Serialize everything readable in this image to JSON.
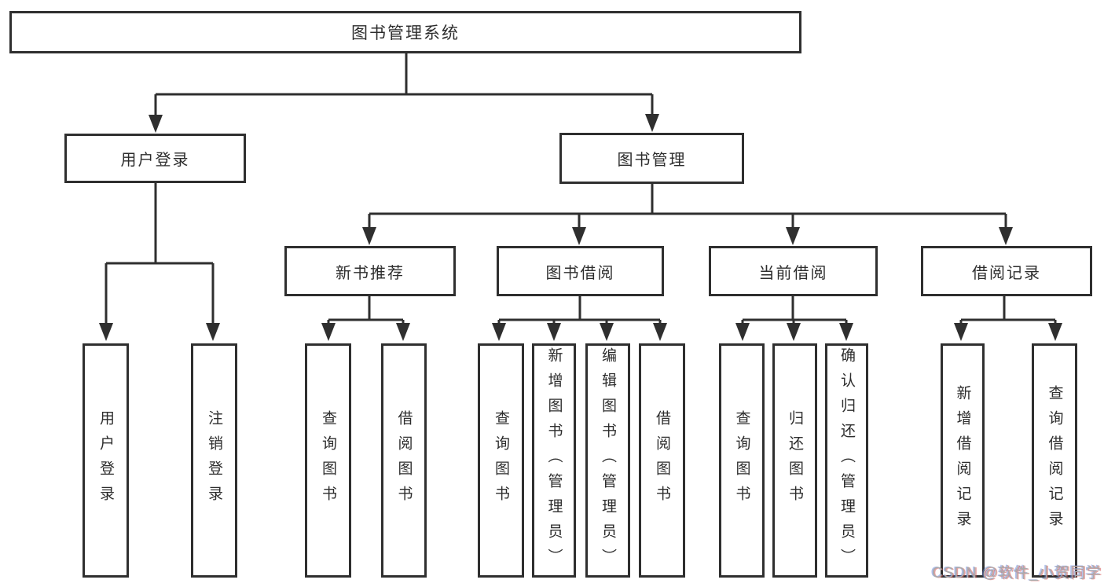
{
  "diagram_title": "图书管理系统",
  "colors": {
    "line": "#2f2f2f",
    "text": "#2d2d2d",
    "watermark": "#ababab",
    "background": "#ffffff"
  },
  "tree": {
    "label": "图书管理系统",
    "children": [
      {
        "label": "用户登录",
        "children": [
          {
            "label": "用户登录"
          },
          {
            "label": "注销登录"
          }
        ]
      },
      {
        "label": "图书管理",
        "children": [
          {
            "label": "新书推荐",
            "children": [
              {
                "label": "查询图书"
              },
              {
                "label": "借阅图书"
              }
            ]
          },
          {
            "label": "图书借阅",
            "children": [
              {
                "label": "查询图书"
              },
              {
                "label": "新增图书（管理员）"
              },
              {
                "label": "编辑图书（管理员）"
              },
              {
                "label": "借阅图书"
              }
            ]
          },
          {
            "label": "当前借阅",
            "children": [
              {
                "label": "查询图书"
              },
              {
                "label": "归还图书"
              },
              {
                "label": "确认归还（管理员）"
              }
            ]
          },
          {
            "label": "借阅记录",
            "children": [
              {
                "label": "新增借阅记录"
              },
              {
                "label": "查询借阅记录"
              }
            ]
          }
        ]
      }
    ]
  },
  "watermark": {
    "text": "CSDN @软件_小贺同学"
  }
}
